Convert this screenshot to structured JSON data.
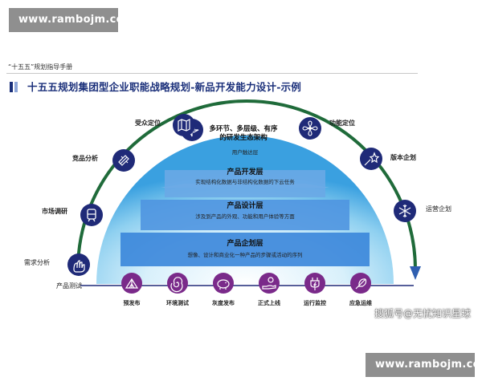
{
  "watermark_top": "www.rambojm.com",
  "watermark_bottom": "www.rambojm.com",
  "manual_title": "“十五五”规划指导手册",
  "main_title": "十五五规划集团型企业职能战略规划-新品开发能力设计-示例",
  "center_title": "多环节、多层级、有序的研发生态架构",
  "user_layer": "用户触达层",
  "layers": [
    {
      "title": "产品开发层",
      "desc": "实现结构化数据与非结构化数据的下云任务"
    },
    {
      "title": "产品设计层",
      "desc": "涉及到产品的外观、功能和用户体验等方面"
    },
    {
      "title": "产品企划层",
      "desc": "想像、设计和商业化一种产品的步骤或活动的序列"
    }
  ],
  "arc_items": [
    {
      "label": "需求分析",
      "icon": "wave-hand-icon"
    },
    {
      "label": "市场调研",
      "icon": "train-icon"
    },
    {
      "label": "竞品分析",
      "icon": "plug-icon"
    },
    {
      "label": "受众定位",
      "icon": "map-icon"
    },
    {
      "label": "功能定位",
      "icon": "fan-icon"
    },
    {
      "label": "版本企划",
      "icon": "shooting-star-icon"
    },
    {
      "label": "运营企划",
      "icon": "snowflake-icon"
    }
  ],
  "baseline_label": "产品测试",
  "bottom_items": [
    {
      "label": "预发布",
      "icon": "tent-icon"
    },
    {
      "label": "环境测试",
      "icon": "spiral-icon"
    },
    {
      "label": "灰度发布",
      "icon": "piggy-bank-icon"
    },
    {
      "label": "正式上线",
      "icon": "hand-coin-icon"
    },
    {
      "label": "运行监控",
      "icon": "charger-icon"
    },
    {
      "label": "应急运维",
      "icon": "feather-icon"
    }
  ],
  "source_watermark": "搜狐号@无忧知识星球",
  "colors": {
    "arc": "#1f6b3a",
    "icon_dark": "#1f2a78",
    "icon_purple": "#7a2a8a",
    "title": "#1a2f7a"
  }
}
